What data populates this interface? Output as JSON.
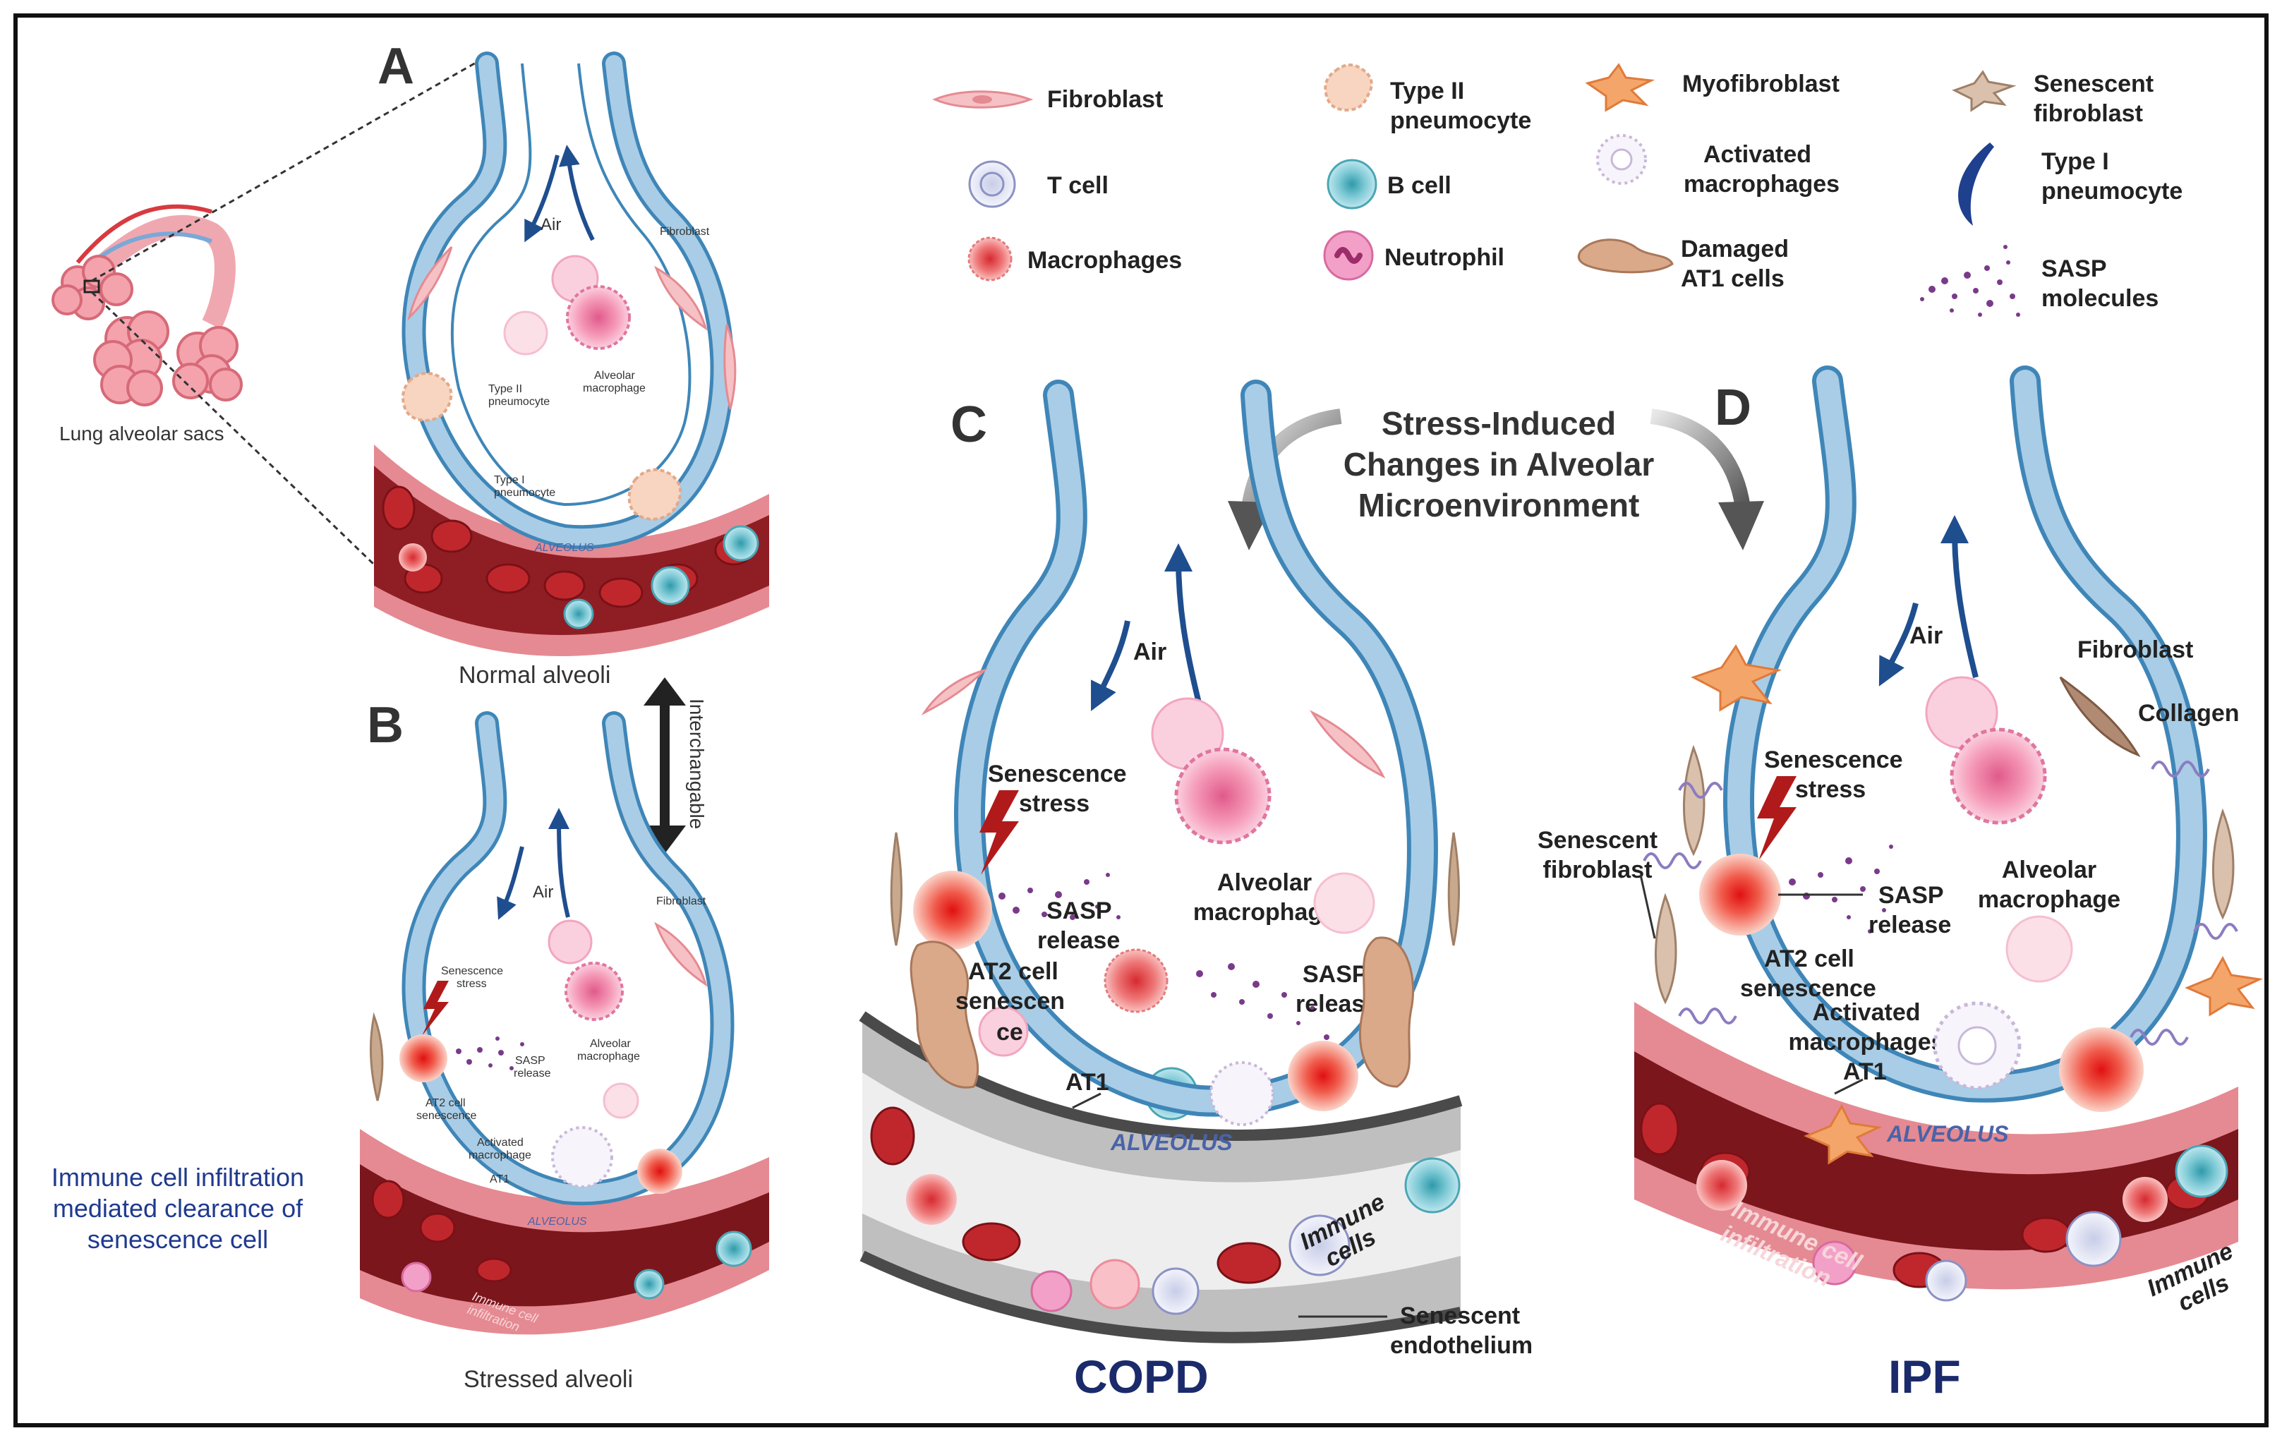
{
  "colors": {
    "wall_fill": "#a9cde6",
    "wall_stroke": "#3f86b8",
    "nucleus": "#3a5565",
    "vessel_outer": "#e58a92",
    "vessel_inner": "#a3262d",
    "rbc": "#c0272d",
    "air_arrow": "#1f4e8f",
    "title_navy": "#1b2a6b",
    "immune_text": "#1f3a8f",
    "grey_vessel": "#bfbfbf",
    "grey_vessel_dark": "#4a4a4a",
    "dark_arrow": "#222222"
  },
  "legend": {
    "items": [
      {
        "label": "Fibroblast",
        "icon": "fibroblast-icon"
      },
      {
        "label": "Type II pneumocyte",
        "icon": "type2-pneumocyte-icon"
      },
      {
        "label": "Myofibroblast",
        "icon": "myofibroblast-icon"
      },
      {
        "label": "Senescent fibroblast",
        "icon": "senescent-fibroblast-icon"
      },
      {
        "label": "T cell",
        "icon": "t-cell-icon"
      },
      {
        "label": "B cell",
        "icon": "b-cell-icon"
      },
      {
        "label": "Activated macrophages",
        "icon": "activated-macrophage-icon"
      },
      {
        "label": "Type I pneumocyte",
        "icon": "type1-pneumocyte-icon"
      },
      {
        "label": "Macrophages",
        "icon": "macrophage-icon"
      },
      {
        "label": "Neutrophil",
        "icon": "neutrophil-icon"
      },
      {
        "label": "Damaged AT1 cells",
        "icon": "damaged-at1-icon"
      },
      {
        "label": "SASP molecules",
        "icon": "sasp-molecules-icon"
      }
    ]
  },
  "lung": {
    "caption": "Lung alveolar sacs"
  },
  "panel_a": {
    "letter": "A",
    "air": "Air",
    "fibroblast": "Fibroblast",
    "type2": "Type II pneumocyte",
    "alv_macrophage": "Alveolar macrophage",
    "type1": "Type I pneumocyte",
    "alveolus": "ALVEOLUS",
    "caption": "Normal alveoli"
  },
  "interchangeable": "Interchangable",
  "panel_b": {
    "letter": "B",
    "air": "Air",
    "fibroblast": "Fibroblast",
    "senescence_stress": "Senescence stress",
    "sasp_release": "SASP release",
    "alv_macrophage": "Alveolar macrophage",
    "at2_senescence": "AT2 cell senescence",
    "activated_macrophage": "Activated macrophage",
    "at1": "AT1",
    "alveolus": "ALVEOLUS",
    "immune_infiltration": "Immune cell infiltration",
    "caption": "Stressed alveoli"
  },
  "immune_clearance": "Immune cell infiltration mediated clearance of senescence cell",
  "stress_title": "Stress-Induced Changes in Alveolar Microenvironment",
  "panel_c": {
    "letter": "C",
    "air": "Air",
    "senescence_stress": "Senescence stress",
    "alv_macrophage": "Alveolar macrophage",
    "sasp_release_1": "SASP release",
    "sasp_release_2": "SASP release",
    "at2_senescence": "AT2 cell senescen ce",
    "at1": "AT1",
    "alveolus": "ALVEOLUS",
    "immune_cells": "Immune cells",
    "senescent_endothelium": "Senescent endothelium",
    "caption": "COPD"
  },
  "panel_d": {
    "letter": "D",
    "air": "Air",
    "fibroblast": "Fibroblast",
    "collagen": "Collagen",
    "senescence_stress": "Senescence stress",
    "senescent_fibroblast": "Senescent fibroblast",
    "sasp_release": "SASP release",
    "alv_macrophage": "Alveolar macrophage",
    "at2_senescence": "AT2 cell senescence",
    "activated_macrophages": "Activated macrophages",
    "at1": "AT1",
    "alveolus": "ALVEOLUS",
    "immune_infiltration": "Immune cell infiltration",
    "immune_cells": "Immune cells",
    "caption": "IPF"
  }
}
